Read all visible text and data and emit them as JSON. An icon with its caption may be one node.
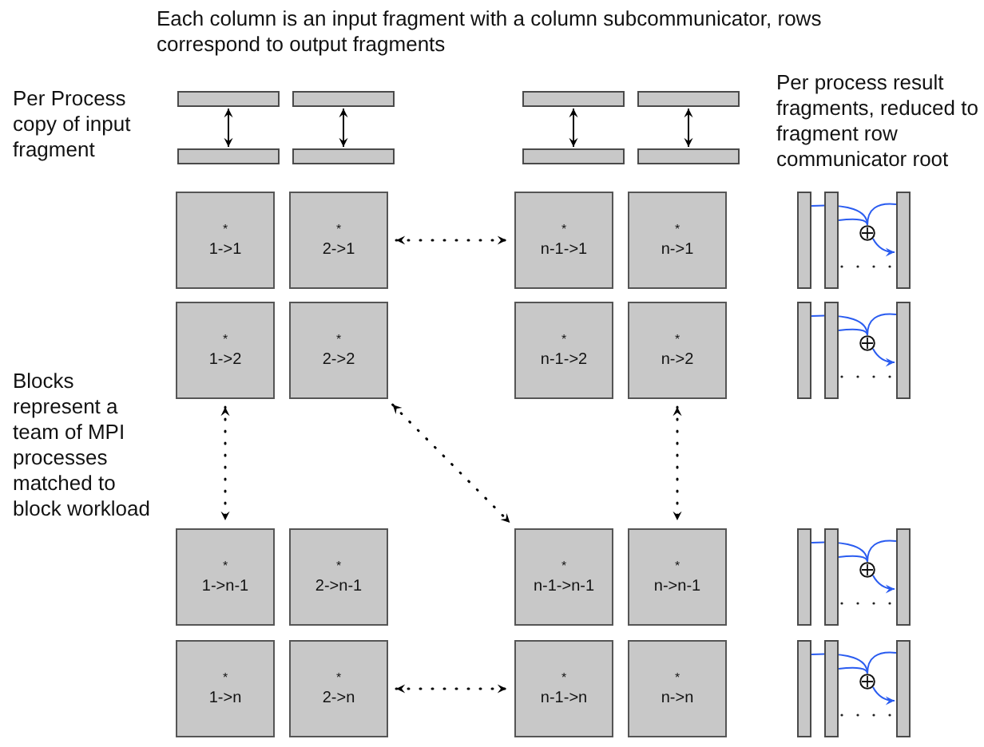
{
  "diagram": {
    "nodes": [
      {
        "text": [],
        "shape": "bar"
      },
      {
        "text": [],
        "shape": "bar"
      },
      {
        "text": [],
        "shape": "bar"
      },
      {
        "text": [],
        "shape": "bar"
      },
      {
        "text": [],
        "shape": "bar"
      },
      {
        "text": [],
        "shape": "bar"
      },
      {
        "text": [],
        "shape": "bar"
      },
      {
        "text": [],
        "shape": "bar"
      },
      {
        "text": [
          "*",
          "1->1"
        ]
      },
      {
        "text": [
          "*",
          "2->1"
        ]
      },
      {
        "text": [
          "*",
          "n-1->1"
        ]
      },
      {
        "text": [
          "*",
          "n->1"
        ]
      },
      {
        "text": [
          "*",
          "1->2"
        ]
      },
      {
        "text": [
          "*",
          "2->2"
        ]
      },
      {
        "text": [
          "*",
          "n-1->2"
        ]
      },
      {
        "text": [
          "*",
          "n->2"
        ]
      },
      {
        "text": [
          "*",
          "1->n-1"
        ]
      },
      {
        "text": [
          "*",
          "2->n-1"
        ]
      },
      {
        "text": [
          "*",
          "n-1->n-1"
        ]
      },
      {
        "text": [
          "*",
          "n->n-1"
        ]
      },
      {
        "text": [
          "*",
          "1->n"
        ]
      },
      {
        "text": [
          "*",
          "2->n"
        ]
      },
      {
        "text": [
          "*",
          "n-1->n"
        ]
      },
      {
        "text": [
          "*",
          "n->n"
        ]
      },
      {
        "text": [],
        "shape": "bar"
      },
      {
        "text": [],
        "shape": "bar"
      },
      {
        "text": [],
        "shape": "bar"
      },
      {
        "text": [],
        "shape": "circle"
      },
      {
        "text": [],
        "shape": "bar"
      },
      {
        "text": [],
        "shape": "bar"
      },
      {
        "text": [],
        "shape": "bar"
      },
      {
        "text": [],
        "shape": "circle"
      },
      {
        "text": [],
        "shape": "bar"
      },
      {
        "text": [],
        "shape": "bar"
      },
      {
        "text": [],
        "shape": "bar"
      },
      {
        "text": [],
        "shape": "circle"
      },
      {
        "text": [],
        "shape": "bar"
      },
      {
        "text": [],
        "shape": "bar"
      },
      {
        "text": [],
        "shape": "bar"
      },
      {
        "text": [],
        "shape": "circle"
      }
    ],
    "edges": [
      {
        "from": 0,
        "to": 4,
        "arrow": "both",
        "color": "#000000"
      },
      {
        "from": 1,
        "to": 5,
        "arrow": "both",
        "color": "#000000"
      },
      {
        "from": 2,
        "to": 6,
        "arrow": "both",
        "color": "#000000"
      },
      {
        "from": 3,
        "to": 7,
        "arrow": "both",
        "color": "#000000"
      },
      {
        "from": 9,
        "to": 10,
        "arrow": "both",
        "style": "dashed",
        "color": "#000000"
      },
      {
        "from": 12,
        "to": 16,
        "arrow": "both",
        "style": "dashed",
        "color": "#000000"
      },
      {
        "from": 13,
        "to": 18,
        "arrow": "both",
        "style": "dashed",
        "color": "#000000"
      },
      {
        "from": 15,
        "to": 19,
        "arrow": "both",
        "style": "dashed",
        "color": "#000000"
      },
      {
        "from": 21,
        "to": 22,
        "arrow": "both",
        "style": "dashed",
        "color": "#000000"
      },
      {
        "from": 24,
        "to": 27,
        "arrow": "none"
      },
      {
        "from": 25,
        "to": 27,
        "arrow": "none"
      },
      {
        "from": 26,
        "to": 27,
        "arrow": "none"
      },
      {
        "from": 27,
        "to": 26,
        "arrow": "to"
      },
      {
        "from": 28,
        "to": 31,
        "arrow": "none"
      },
      {
        "from": 29,
        "to": 31,
        "arrow": "none"
      },
      {
        "from": 30,
        "to": 31,
        "arrow": "none"
      },
      {
        "from": 31,
        "to": 30,
        "arrow": "to"
      },
      {
        "from": 32,
        "to": 35,
        "arrow": "none"
      },
      {
        "from": 33,
        "to": 35,
        "arrow": "none"
      },
      {
        "from": 34,
        "to": 35,
        "arrow": "none"
      },
      {
        "from": 35,
        "to": 34,
        "arrow": "to"
      },
      {
        "from": 36,
        "to": 39,
        "arrow": "none"
      },
      {
        "from": 37,
        "to": 39,
        "arrow": "none"
      },
      {
        "from": 38,
        "to": 39,
        "arrow": "none"
      },
      {
        "from": 39,
        "to": 38,
        "arrow": "to"
      }
    ],
    "labels": [
      "Each column is an input fragment with a column subcommunicator, rows correspond to output fragments",
      "Per Process copy of input fragment",
      "Per process result fragments, reduced to fragment row communicator root",
      "Blocks represent a team of MPI processes matched to block workload"
    ]
  }
}
